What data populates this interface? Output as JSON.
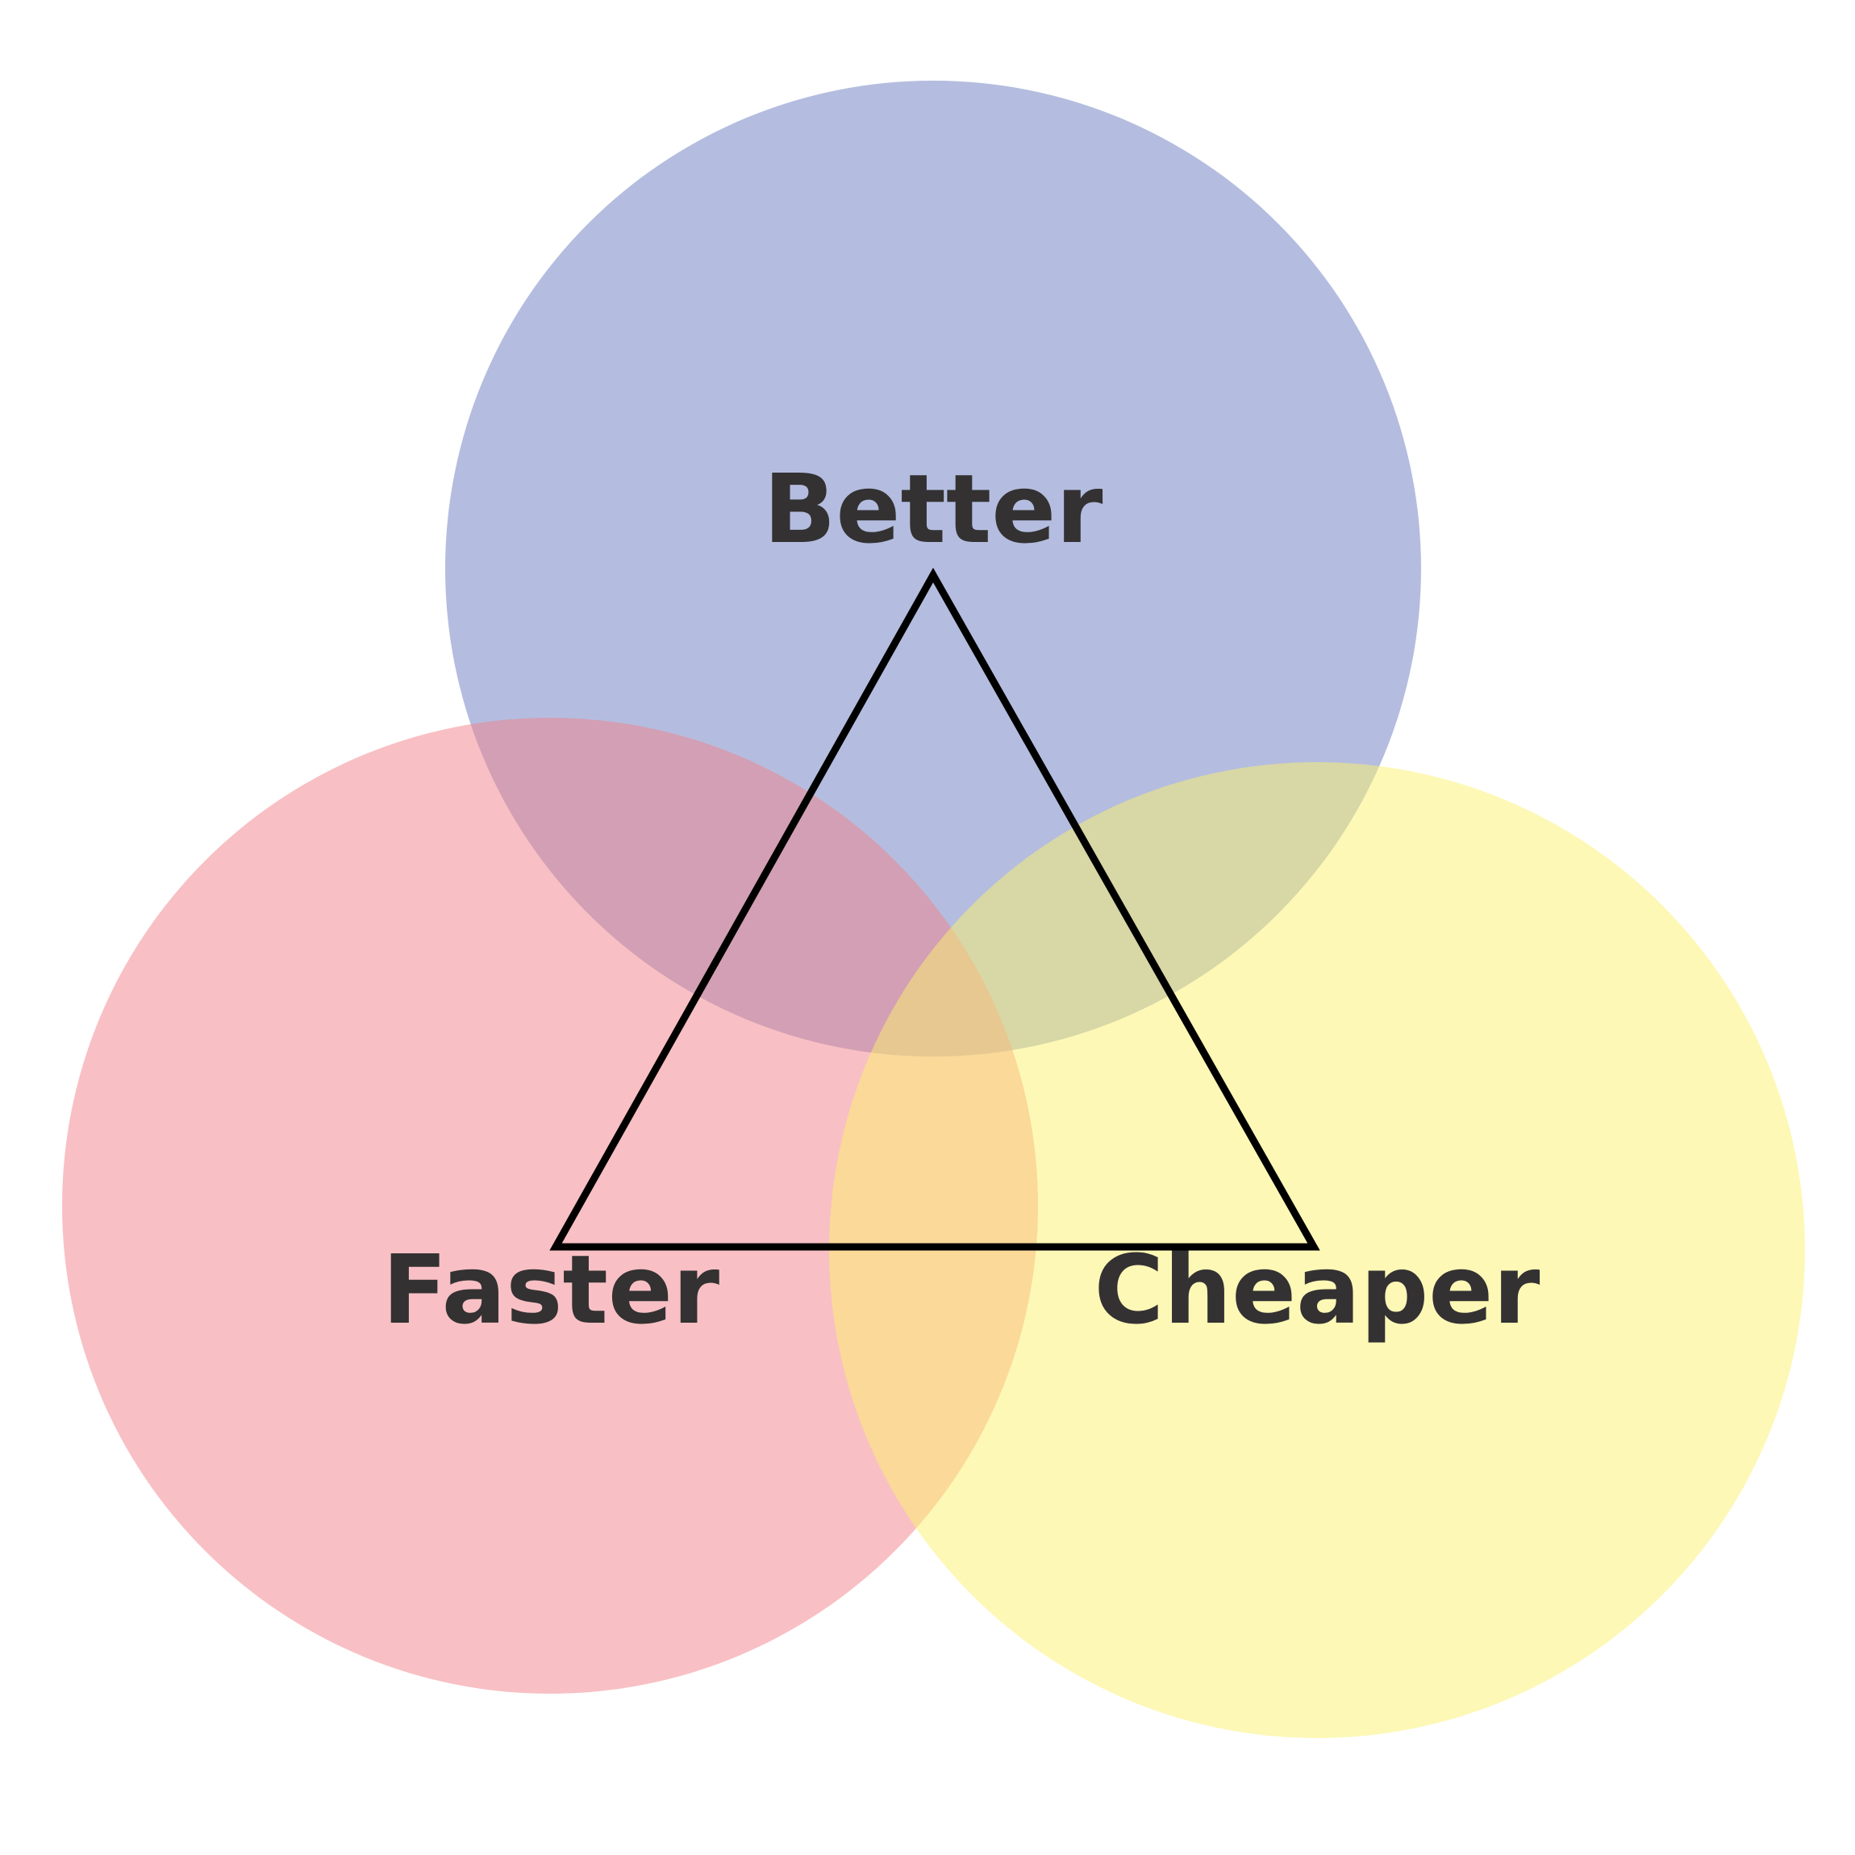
{
  "diagram": {
    "circles": [
      {
        "id": "better",
        "label": "Better",
        "color": "#6a7cbf"
      },
      {
        "id": "faster",
        "label": "Faster",
        "color": "#f28189"
      },
      {
        "id": "cheaper",
        "label": "Cheaper",
        "color": "#fcf26e"
      }
    ],
    "triangle_stroke": "#000000",
    "label_color": "#333132"
  }
}
